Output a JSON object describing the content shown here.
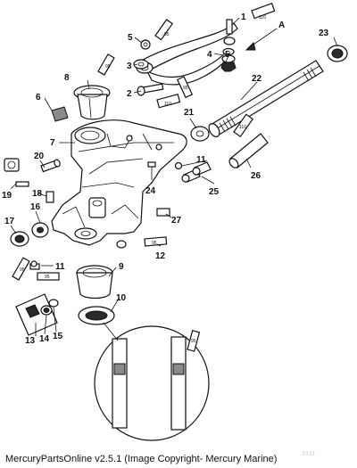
{
  "diagram": {
    "callouts": [
      "1",
      "2",
      "3",
      "4",
      "5",
      "6",
      "7",
      "8",
      "9",
      "10",
      "11",
      "12",
      "13",
      "14",
      "15",
      "16",
      "17",
      "18",
      "19",
      "20",
      "21",
      "22",
      "23",
      "24",
      "25",
      "26",
      "27",
      "A"
    ],
    "tube_labels": [
      "110",
      "95",
      "95",
      "110",
      "95",
      "110",
      "95",
      "95",
      "95",
      "95"
    ]
  },
  "footer": {
    "credit": "MercuryPartsOnline v2.5.1 (Image Copyright- Mercury Marine)",
    "faint_mark": "3331"
  }
}
